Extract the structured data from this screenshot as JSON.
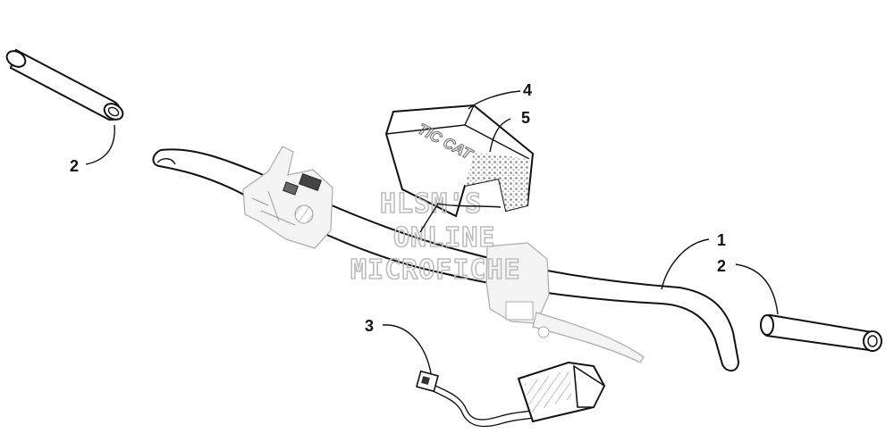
{
  "callouts": {
    "c1": "1",
    "c2_left": "2",
    "c2_right": "2",
    "c3": "3",
    "c4": "4",
    "c5": "5"
  },
  "watermark": {
    "line1": "HLSM'S",
    "line2": "ONLINE",
    "line3": "MICROFICHE"
  },
  "cover_text": "TIC CAT",
  "colors": {
    "ink": "#111111",
    "watermark": "#bdbdbd",
    "texture": "#9a9a9a"
  }
}
